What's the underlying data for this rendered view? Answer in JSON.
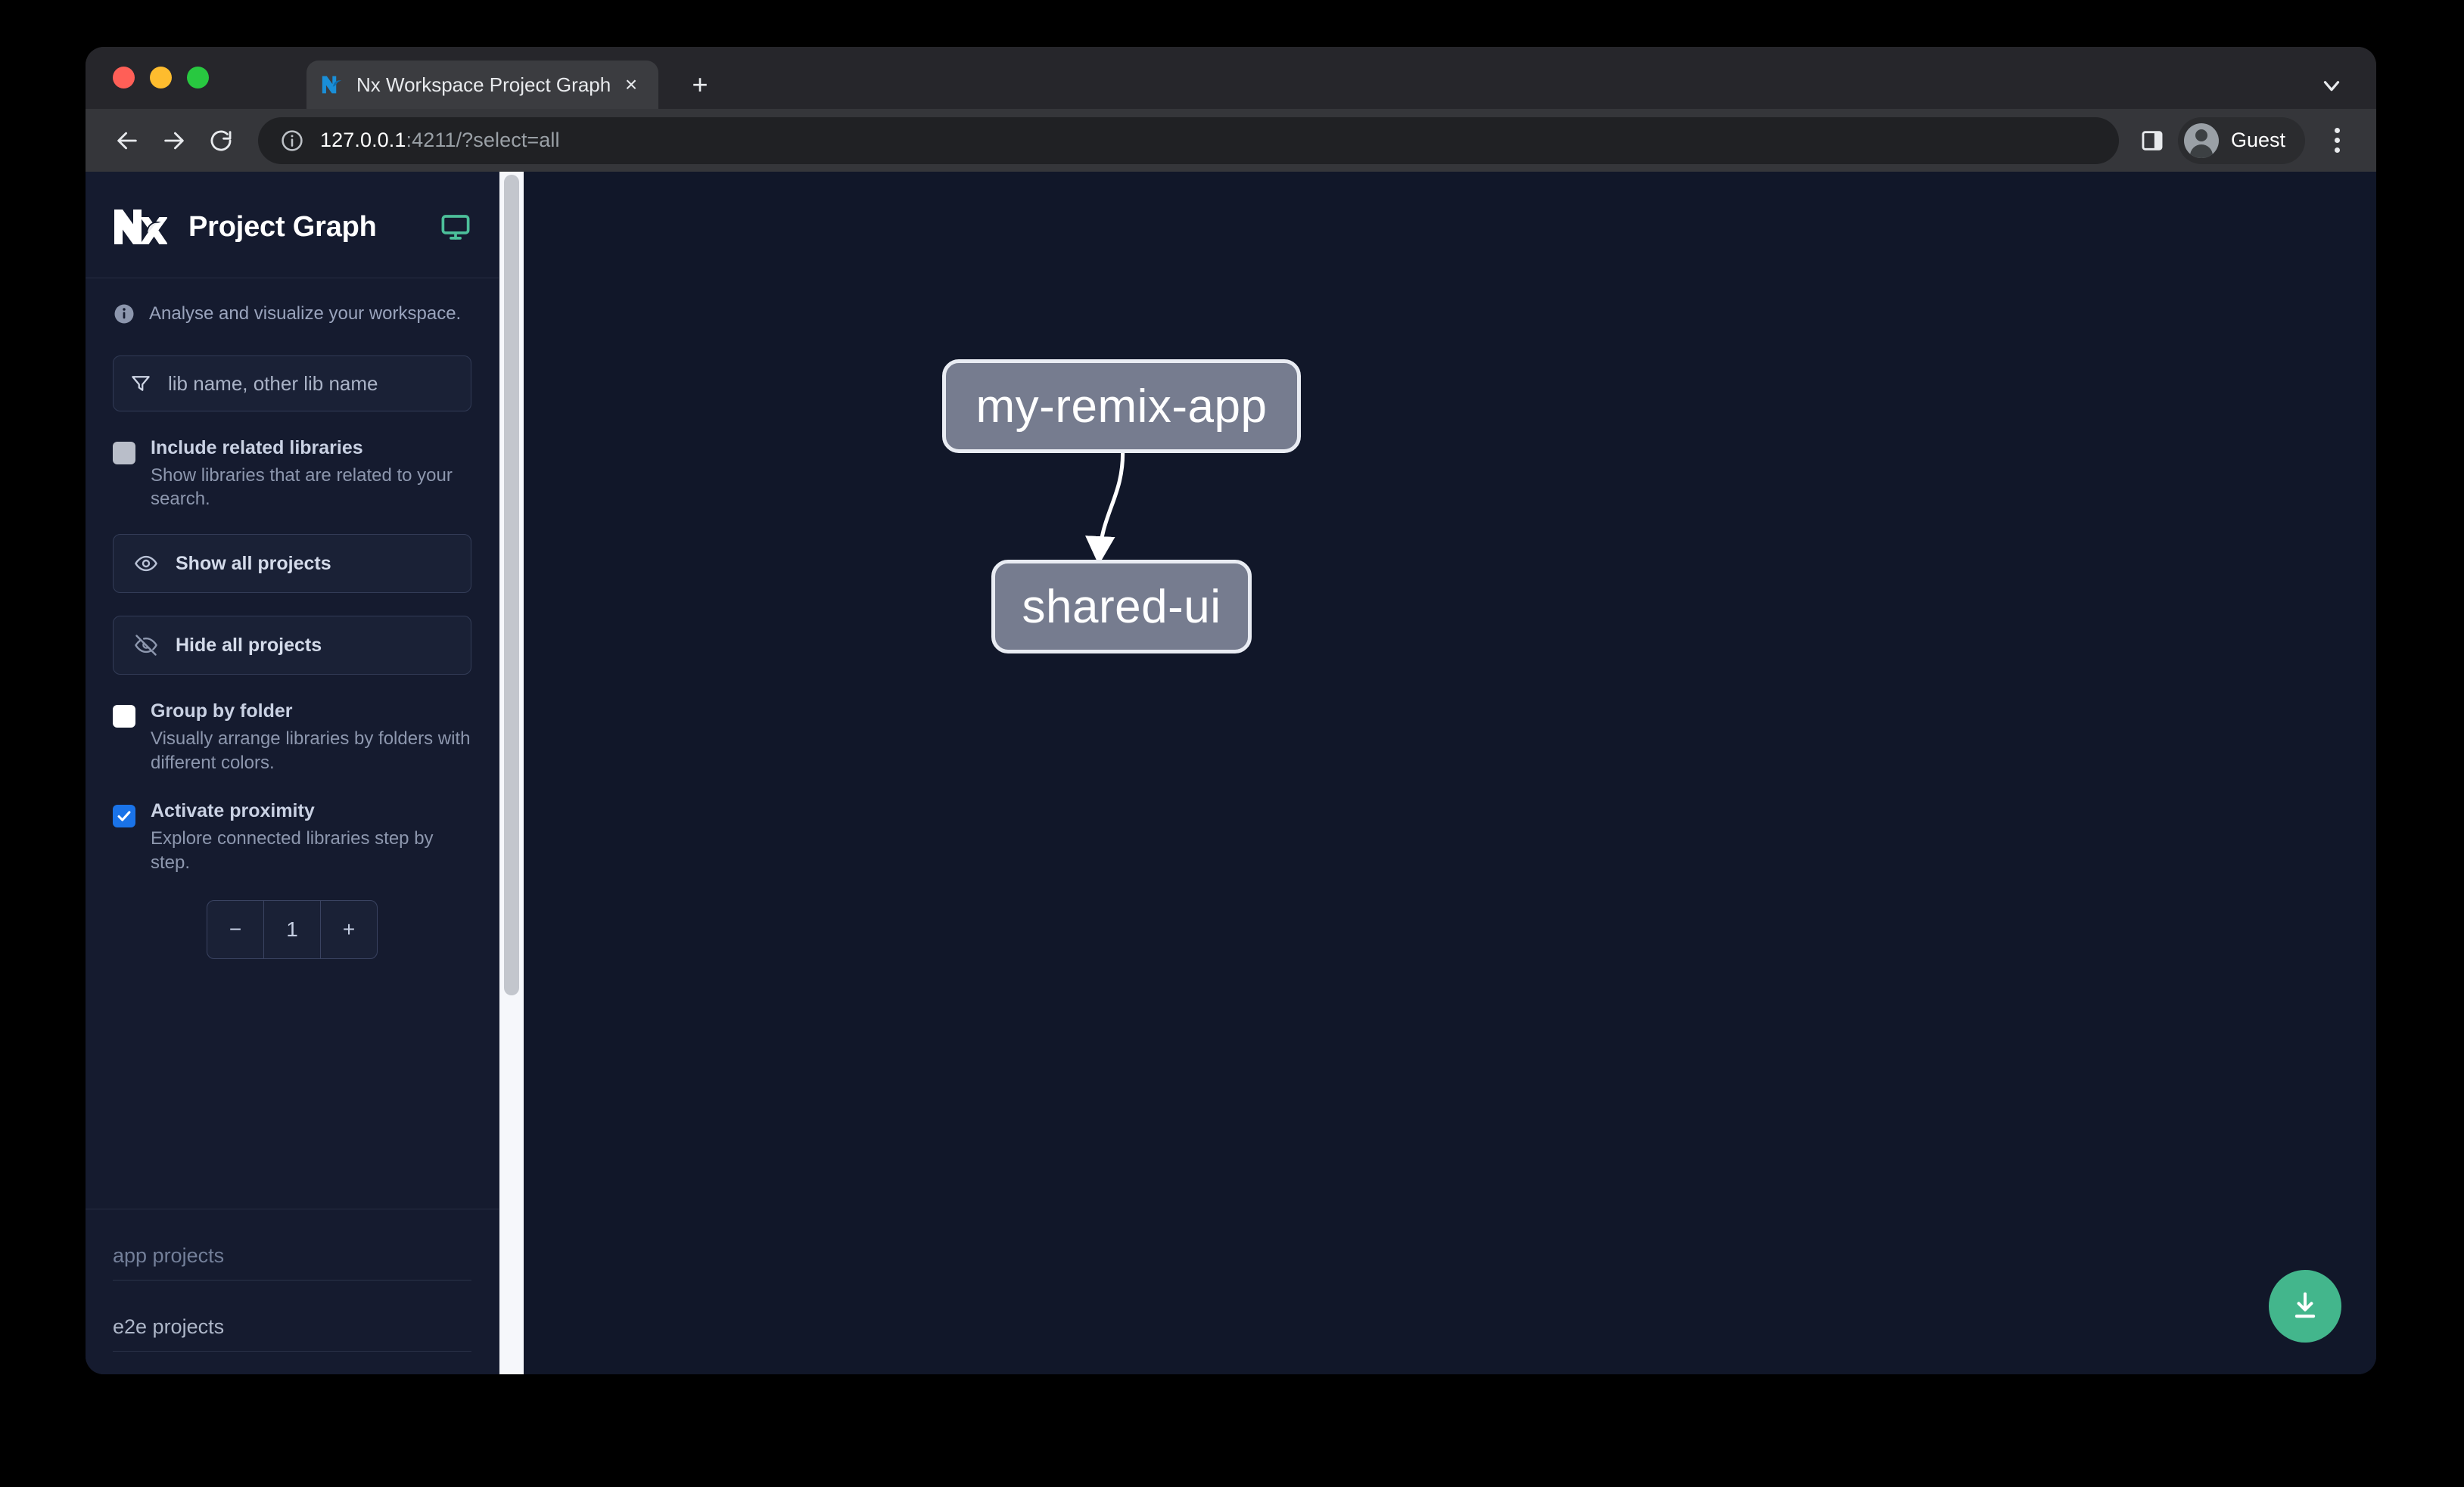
{
  "browser": {
    "tab": {
      "title": "Nx Workspace Project Graph",
      "favicon_name": "nx-favicon-icon",
      "close_label": "×"
    },
    "new_tab_label": "+",
    "toolbar": {
      "back_icon": "back-arrow-icon",
      "forward_icon": "forward-arrow-icon",
      "reload_icon": "reload-icon",
      "url_host": "127.0.0.1",
      "url_rest": ":4211/?select=all",
      "url_full": "127.0.0.1:4211/?select=all",
      "info_icon": "site-info-icon",
      "side_panel_icon": "side-panel-icon",
      "profile_name": "Guest",
      "menu_icon": "three-dot-menu-icon"
    },
    "window_controls": {
      "close": "close",
      "minimize": "minimize",
      "maximize": "maximize"
    },
    "tabstrip_chevron_icon": "chevron-down-icon"
  },
  "sidebar": {
    "logo_name": "nx-logo",
    "title": "Project Graph",
    "monitor_icon": "desktop-monitor-icon",
    "tagline": "Analyse and visualize your workspace.",
    "info_icon": "info-circle-icon",
    "filter": {
      "placeholder": "lib name, other lib name",
      "value": "",
      "icon": "funnel-filter-icon"
    },
    "options": [
      {
        "label": "Include related libraries",
        "description": "Show libraries that are related to your search.",
        "checked": false,
        "style": "grey"
      },
      {
        "label": "Group by folder",
        "description": "Visually arrange libraries by folders with different colors.",
        "checked": false,
        "style": "white"
      },
      {
        "label": "Activate proximity",
        "description": "Explore connected libraries step by step.",
        "checked": true,
        "style": "blue"
      }
    ],
    "buttons": [
      {
        "label": "Show all projects",
        "icon": "eye-icon"
      },
      {
        "label": "Hide all projects",
        "icon": "eye-off-icon"
      }
    ],
    "stepper": {
      "decrement_label": "−",
      "value": "1",
      "increment_label": "+"
    },
    "project_groups": [
      {
        "label": "app projects"
      },
      {
        "label": "e2e projects"
      }
    ],
    "scrollbar": {
      "name": "sidebar-scrollbar"
    }
  },
  "graph": {
    "nodes": [
      {
        "id": "my-remix-app",
        "label": "my-remix-app"
      },
      {
        "id": "shared-ui",
        "label": "shared-ui"
      }
    ],
    "edges": [
      {
        "from": "my-remix-app",
        "to": "shared-ui"
      }
    ],
    "download_button": {
      "name": "download-image-button",
      "icon": "download-icon"
    }
  },
  "colors": {
    "canvas_bg": "#111729",
    "sidebar_bg": "#151b2f",
    "node_fill": "#767c8f",
    "node_border": "#e9ecf3",
    "accent_green": "#43b68c",
    "checkbox_blue": "#1a73e8"
  }
}
